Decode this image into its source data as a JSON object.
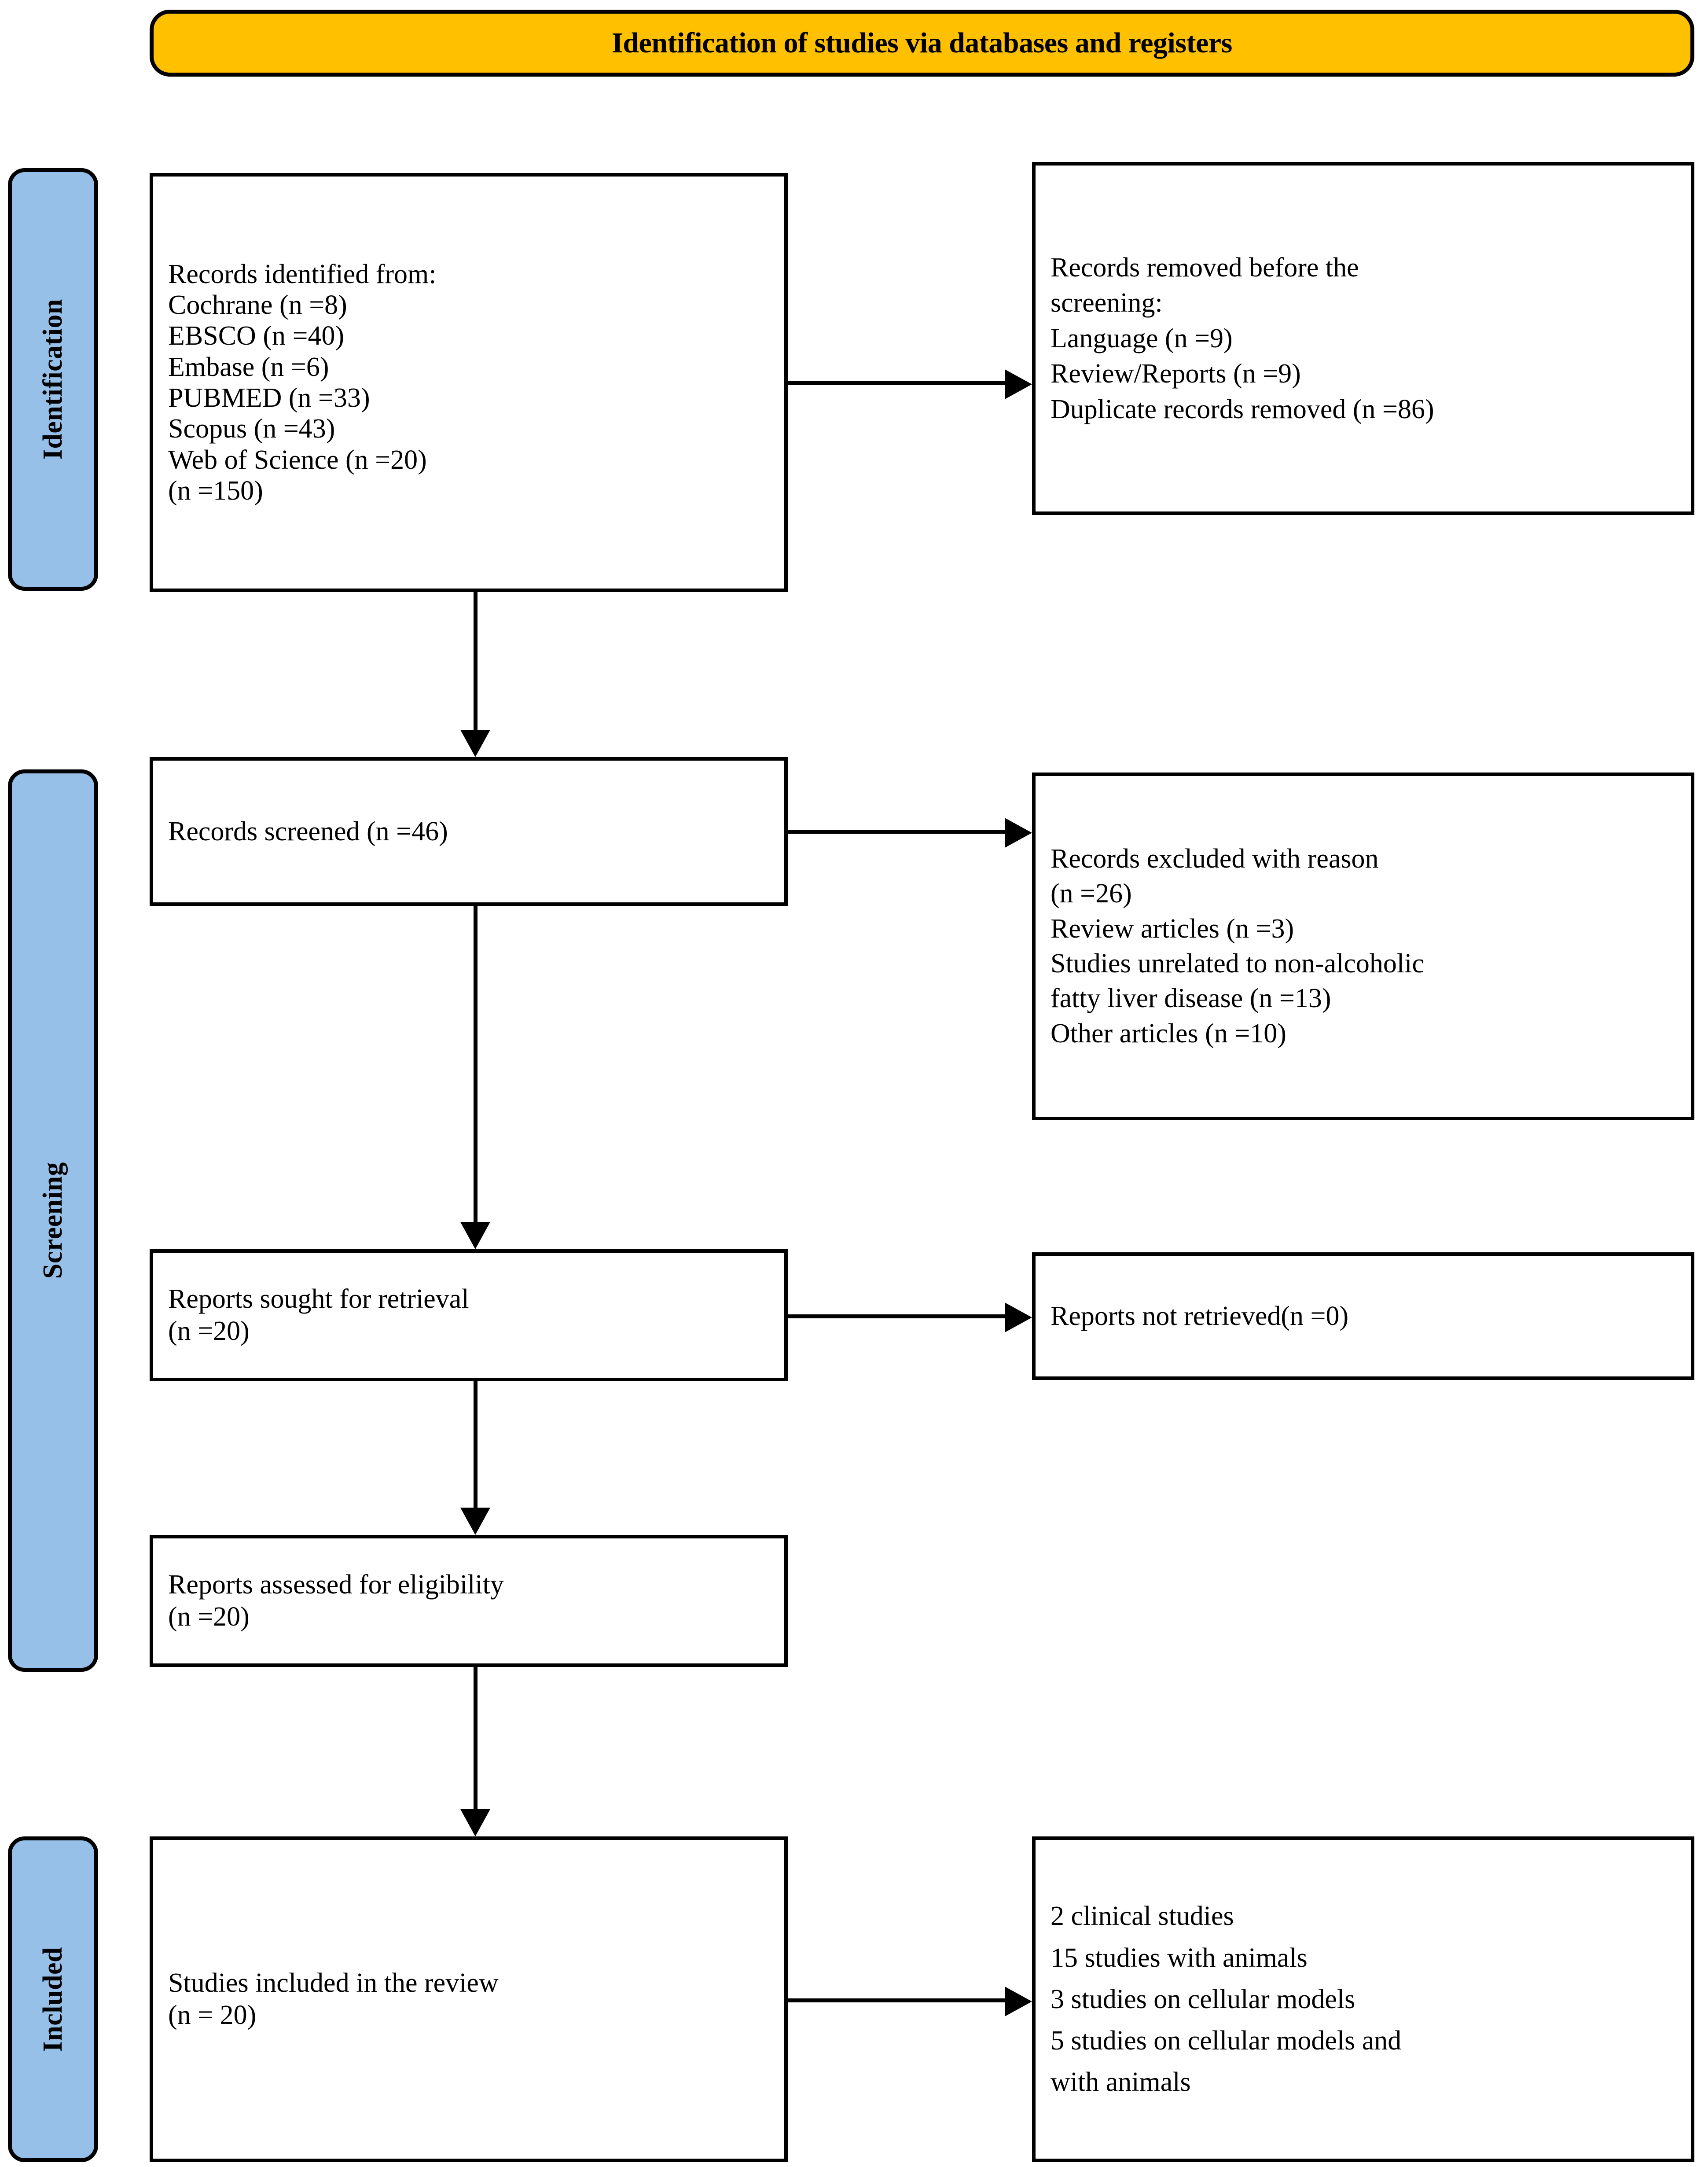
{
  "banner": {
    "title": "Identification of studies via databases and registers"
  },
  "colors": {
    "banner_fill": "#FFC000",
    "stage_fill": "#97C0E8",
    "border": "#000000",
    "page_background": "#FFFFFF"
  },
  "stages": [
    {
      "id": "identification",
      "label": "Identification"
    },
    {
      "id": "screening",
      "label": "Screening"
    },
    {
      "id": "included",
      "label": "Included"
    }
  ],
  "boxes": {
    "identified": {
      "name": "records-identified",
      "lines": [
        "Records identified from:",
        "Cochrane (n =8)",
        "EBSCO (n =40)",
        "Embase (n =6)",
        "PUBMED (n =33)",
        "Scopus (n =43)",
        "Web of Science (n =20)",
        "(n =150)"
      ]
    },
    "removed": {
      "name": "records-removed-before-screening",
      "lines": [
        "Records removed before the",
        "screening:",
        "Language (n =9)",
        "Review/Reports (n =9)",
        "Duplicate records removed (n =86)"
      ]
    },
    "screened": {
      "name": "records-screened",
      "lines": [
        "Records screened (n =46)"
      ]
    },
    "excluded": {
      "name": "records-excluded-with-reason",
      "lines": [
        "Records excluded with reason",
        "(n =26)",
        "Review articles (n =3)",
        "Studies unrelated to non-alcoholic",
        "fatty liver disease (n =13)",
        "Other articles (n =10)"
      ]
    },
    "sought": {
      "name": "reports-sought-for-retrieval",
      "lines": [
        "Reports sought for retrieval",
        "(n =20)"
      ]
    },
    "not_retrieved": {
      "name": "reports-not-retrieved",
      "lines": [
        "Reports not retrieved(n =0)"
      ]
    },
    "eligibility": {
      "name": "reports-assessed-for-eligibility",
      "lines": [
        "Reports assessed for eligibility",
        "(n =20)"
      ]
    },
    "included": {
      "name": "studies-included-in-review",
      "lines": [
        "Studies included in the review",
        "(n = 20)"
      ]
    },
    "outcomes": {
      "name": "included-studies-breakdown",
      "lines": [
        "2 clinical studies",
        "15 studies with animals",
        "3 studies on cellular models",
        "5 studies on cellular models and",
        "with animals"
      ]
    }
  },
  "chart_data": {
    "type": "flowchart",
    "title": "Identification of studies via databases and registers",
    "nodes": [
      {
        "id": "identified",
        "stage": "Identification",
        "column": "left",
        "n": 150,
        "sources": [
          {
            "database": "Cochrane",
            "n": 8
          },
          {
            "database": "EBSCO",
            "n": 40
          },
          {
            "database": "Embase",
            "n": 6
          },
          {
            "database": "PUBMED",
            "n": 33
          },
          {
            "database": "Scopus",
            "n": 43
          },
          {
            "database": "Web of Science",
            "n": 20
          }
        ]
      },
      {
        "id": "removed",
        "stage": "Identification",
        "column": "right",
        "reasons": [
          {
            "reason": "Language",
            "n": 9
          },
          {
            "reason": "Review/Reports",
            "n": 9
          },
          {
            "reason": "Duplicate records removed",
            "n": 86
          }
        ]
      },
      {
        "id": "screened",
        "stage": "Screening",
        "column": "left",
        "n": 46
      },
      {
        "id": "excluded",
        "stage": "Screening",
        "column": "right",
        "n": 26,
        "reasons": [
          {
            "reason": "Review articles",
            "n": 3
          },
          {
            "reason": "Studies unrelated to non-alcoholic fatty liver disease",
            "n": 13
          },
          {
            "reason": "Other articles",
            "n": 10
          }
        ]
      },
      {
        "id": "sought",
        "stage": "Screening",
        "column": "left",
        "n": 20
      },
      {
        "id": "not_retrieved",
        "stage": "Screening",
        "column": "right",
        "n": 0
      },
      {
        "id": "eligibility",
        "stage": "Screening",
        "column": "left",
        "n": 20
      },
      {
        "id": "included",
        "stage": "Included",
        "column": "left",
        "n": 20
      },
      {
        "id": "outcomes",
        "stage": "Included",
        "column": "right",
        "breakdown": [
          {
            "type": "clinical studies",
            "n": 2
          },
          {
            "type": "studies with animals",
            "n": 15
          },
          {
            "type": "studies on cellular models",
            "n": 3
          },
          {
            "type": "studies on cellular models and with animals",
            "n": 5
          }
        ]
      }
    ],
    "edges": [
      {
        "from": "identified",
        "to": "removed",
        "direction": "right"
      },
      {
        "from": "identified",
        "to": "screened",
        "direction": "down"
      },
      {
        "from": "screened",
        "to": "excluded",
        "direction": "right"
      },
      {
        "from": "screened",
        "to": "sought",
        "direction": "down"
      },
      {
        "from": "sought",
        "to": "not_retrieved",
        "direction": "right"
      },
      {
        "from": "sought",
        "to": "eligibility",
        "direction": "down"
      },
      {
        "from": "eligibility",
        "to": "included",
        "direction": "down"
      },
      {
        "from": "included",
        "to": "outcomes",
        "direction": "right"
      }
    ]
  }
}
